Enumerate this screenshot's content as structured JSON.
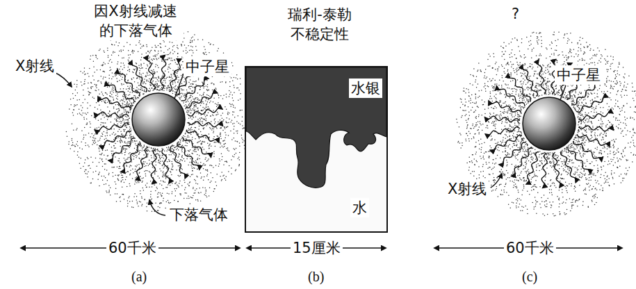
{
  "diagram": {
    "nodes": [
      {
        "text": [
          "瑞利-泰勒 不稳定性",
          "水银",
          "水"
        ]
      }
    ],
    "labels": [
      "因X射线减速 的下落气体",
      "X射线",
      "中子星",
      "下落气体",
      "60千米",
      "(a)",
      "15厘米",
      "(b)",
      "?",
      "中子星",
      "X射线",
      "60千米",
      "(c)"
    ]
  }
}
